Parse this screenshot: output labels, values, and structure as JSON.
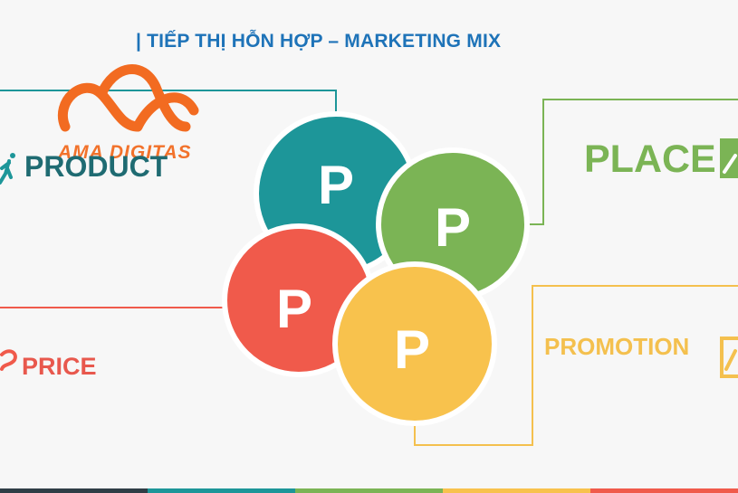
{
  "title": "| TIẾP THỊ HỖN HỢP – MARKETING MIX",
  "watermark": {
    "brand_text": "AMA DIGITAS",
    "color": "#f26b21"
  },
  "petals": [
    {
      "name": "product",
      "letter": "P",
      "color": "#1d9699"
    },
    {
      "name": "place",
      "letter": "P",
      "color": "#7bb455"
    },
    {
      "name": "price",
      "letter": "P",
      "color": "#f05a4b"
    },
    {
      "name": "promotion",
      "letter": "P",
      "color": "#f8c24d"
    }
  ],
  "labels": {
    "product": "PRODUCT",
    "price": "PRICE",
    "place": "PLACE",
    "promotion": "PROMOTION"
  },
  "colors": {
    "teal": "#1d9699",
    "green": "#7bb455",
    "red": "#f05a4b",
    "yellow": "#f8c24d"
  }
}
